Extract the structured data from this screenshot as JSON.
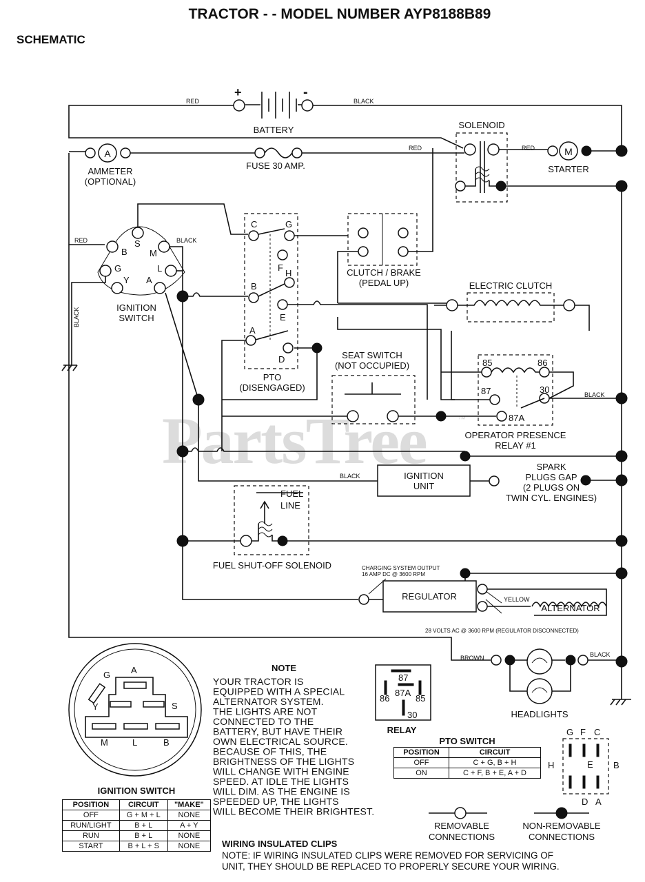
{
  "header": {
    "title": "TRACTOR - - MODEL NUMBER AYP8188B89",
    "section": "SCHEMATIC"
  },
  "watermark": {
    "text": "PartsTree",
    "tm": "™"
  },
  "components": {
    "battery": "BATTERY",
    "plus": "+",
    "minus": "-",
    "solenoid": "SOLENOID",
    "starter": "STARTER",
    "starter_symbol": "M",
    "ammeter_symbol": "A",
    "ammeter_1": "AMMETER",
    "ammeter_2": "(OPTIONAL)",
    "fuse": "FUSE 30 AMP.",
    "ignition_switch_1": "IGNITION",
    "ignition_switch_2": "SWITCH",
    "pto_1": "PTO",
    "pto_2": "(DISENGAGED)",
    "clutch_brake_1": "CLUTCH / BRAKE",
    "clutch_brake_2": "(PEDAL UP)",
    "electric_clutch": "ELECTRIC CLUTCH",
    "seat_switch_1": "SEAT SWITCH",
    "seat_switch_2": "(NOT OCCUPIED)",
    "relay_1": "OPERATOR PRESENCE",
    "relay_2": "RELAY #1",
    "ignition_unit_1": "IGNITION",
    "ignition_unit_2": "UNIT",
    "spark_1": "SPARK",
    "spark_2": "PLUGS GAP",
    "spark_3": "(2 PLUGS ON",
    "spark_4": "TWIN CYL. ENGINES)",
    "fuel_line_1": "FUEL",
    "fuel_line_2": "LINE",
    "fuel_solenoid": "FUEL SHUT-OFF SOLENOID",
    "charging_1": "CHARGING SYSTEM OUTPUT",
    "charging_2": "16 AMP DC @ 3600 RPM",
    "regulator": "REGULATOR",
    "alternator": "ALTERNATOR",
    "ac_note": "28 VOLTS AC @ 3600 RPM (REGULATOR DISCONNECTED)",
    "headlights": "HEADLIGHTS"
  },
  "wire_colors": {
    "red": "RED",
    "black": "BLACK",
    "yellow": "YELLOW",
    "brown": "BROWN"
  },
  "terminals": {
    "ign": {
      "s": "S",
      "b": "B",
      "m": "M",
      "g": "G",
      "l": "L",
      "y": "Y",
      "a": "A"
    },
    "pto": {
      "c": "C",
      "g": "G",
      "f": "F",
      "h": "H",
      "b": "B",
      "e": "E",
      "a": "A",
      "d": "D"
    },
    "relay": {
      "t85": "85",
      "t86": "86",
      "t87": "87",
      "t30": "30",
      "t87a": "87A"
    }
  },
  "ignition_switch_diagram": {
    "labels": {
      "g": "G",
      "a": "A",
      "y": "Y",
      "s": "S",
      "m": "M",
      "l": "L",
      "b": "B"
    },
    "title": "IGNITION SWITCH",
    "headers": [
      "POSITION",
      "CIRCUIT",
      "\"MAKE\""
    ],
    "rows": [
      [
        "OFF",
        "G + M + L",
        "NONE"
      ],
      [
        "RUN/LIGHT",
        "B + L",
        "A + Y"
      ],
      [
        "RUN",
        "B + L",
        "NONE"
      ],
      [
        "START",
        "B + L + S",
        "NONE"
      ]
    ]
  },
  "note": {
    "title": "NOTE",
    "lines": [
      "YOUR TRACTOR IS",
      "EQUIPPED WITH A SPECIAL",
      "ALTERNATOR SYSTEM.",
      "THE LIGHTS ARE NOT",
      "CONNECTED TO THE",
      "BATTERY, BUT HAVE THEIR",
      "OWN ELECTRICAL SOURCE.",
      "BECAUSE OF THIS, THE",
      "BRIGHTNESS OF THE LIGHTS",
      "WILL CHANGE WITH ENGINE",
      "SPEED.  AT IDLE THE LIGHTS",
      "WILL DIM.  AS THE ENGINE IS",
      "SPEEDED UP, THE LIGHTS",
      "WILL BECOME THEIR BRIGHTEST."
    ]
  },
  "relay_diagram": {
    "title": "RELAY",
    "pins": {
      "p87": "87",
      "p87a": "87A",
      "p86": "86",
      "p85": "85",
      "p30": "30"
    }
  },
  "pto_switch": {
    "title": "PTO SWITCH",
    "headers": [
      "POSITION",
      "CIRCUIT"
    ],
    "rows": [
      [
        "OFF",
        "C + G, B + H"
      ],
      [
        "ON",
        "C + F, B + E, A + D"
      ]
    ],
    "pin_labels": {
      "g": "G",
      "f": "F",
      "c": "C",
      "h": "H",
      "e": "E",
      "b": "B",
      "d": "D",
      "a": "A"
    }
  },
  "legend": {
    "removable_1": "REMOVABLE",
    "removable_2": "CONNECTIONS",
    "nonremovable_1": "NON-REMOVABLE",
    "nonremovable_2": "CONNECTIONS"
  },
  "clips": {
    "title": "WIRING INSULATED CLIPS",
    "line1": "NOTE: IF WIRING INSULATED CLIPS WERE REMOVED FOR SERVICING OF",
    "line2": "UNIT, THEY SHOULD BE REPLACED TO PROPERLY SECURE YOUR WIRING."
  }
}
